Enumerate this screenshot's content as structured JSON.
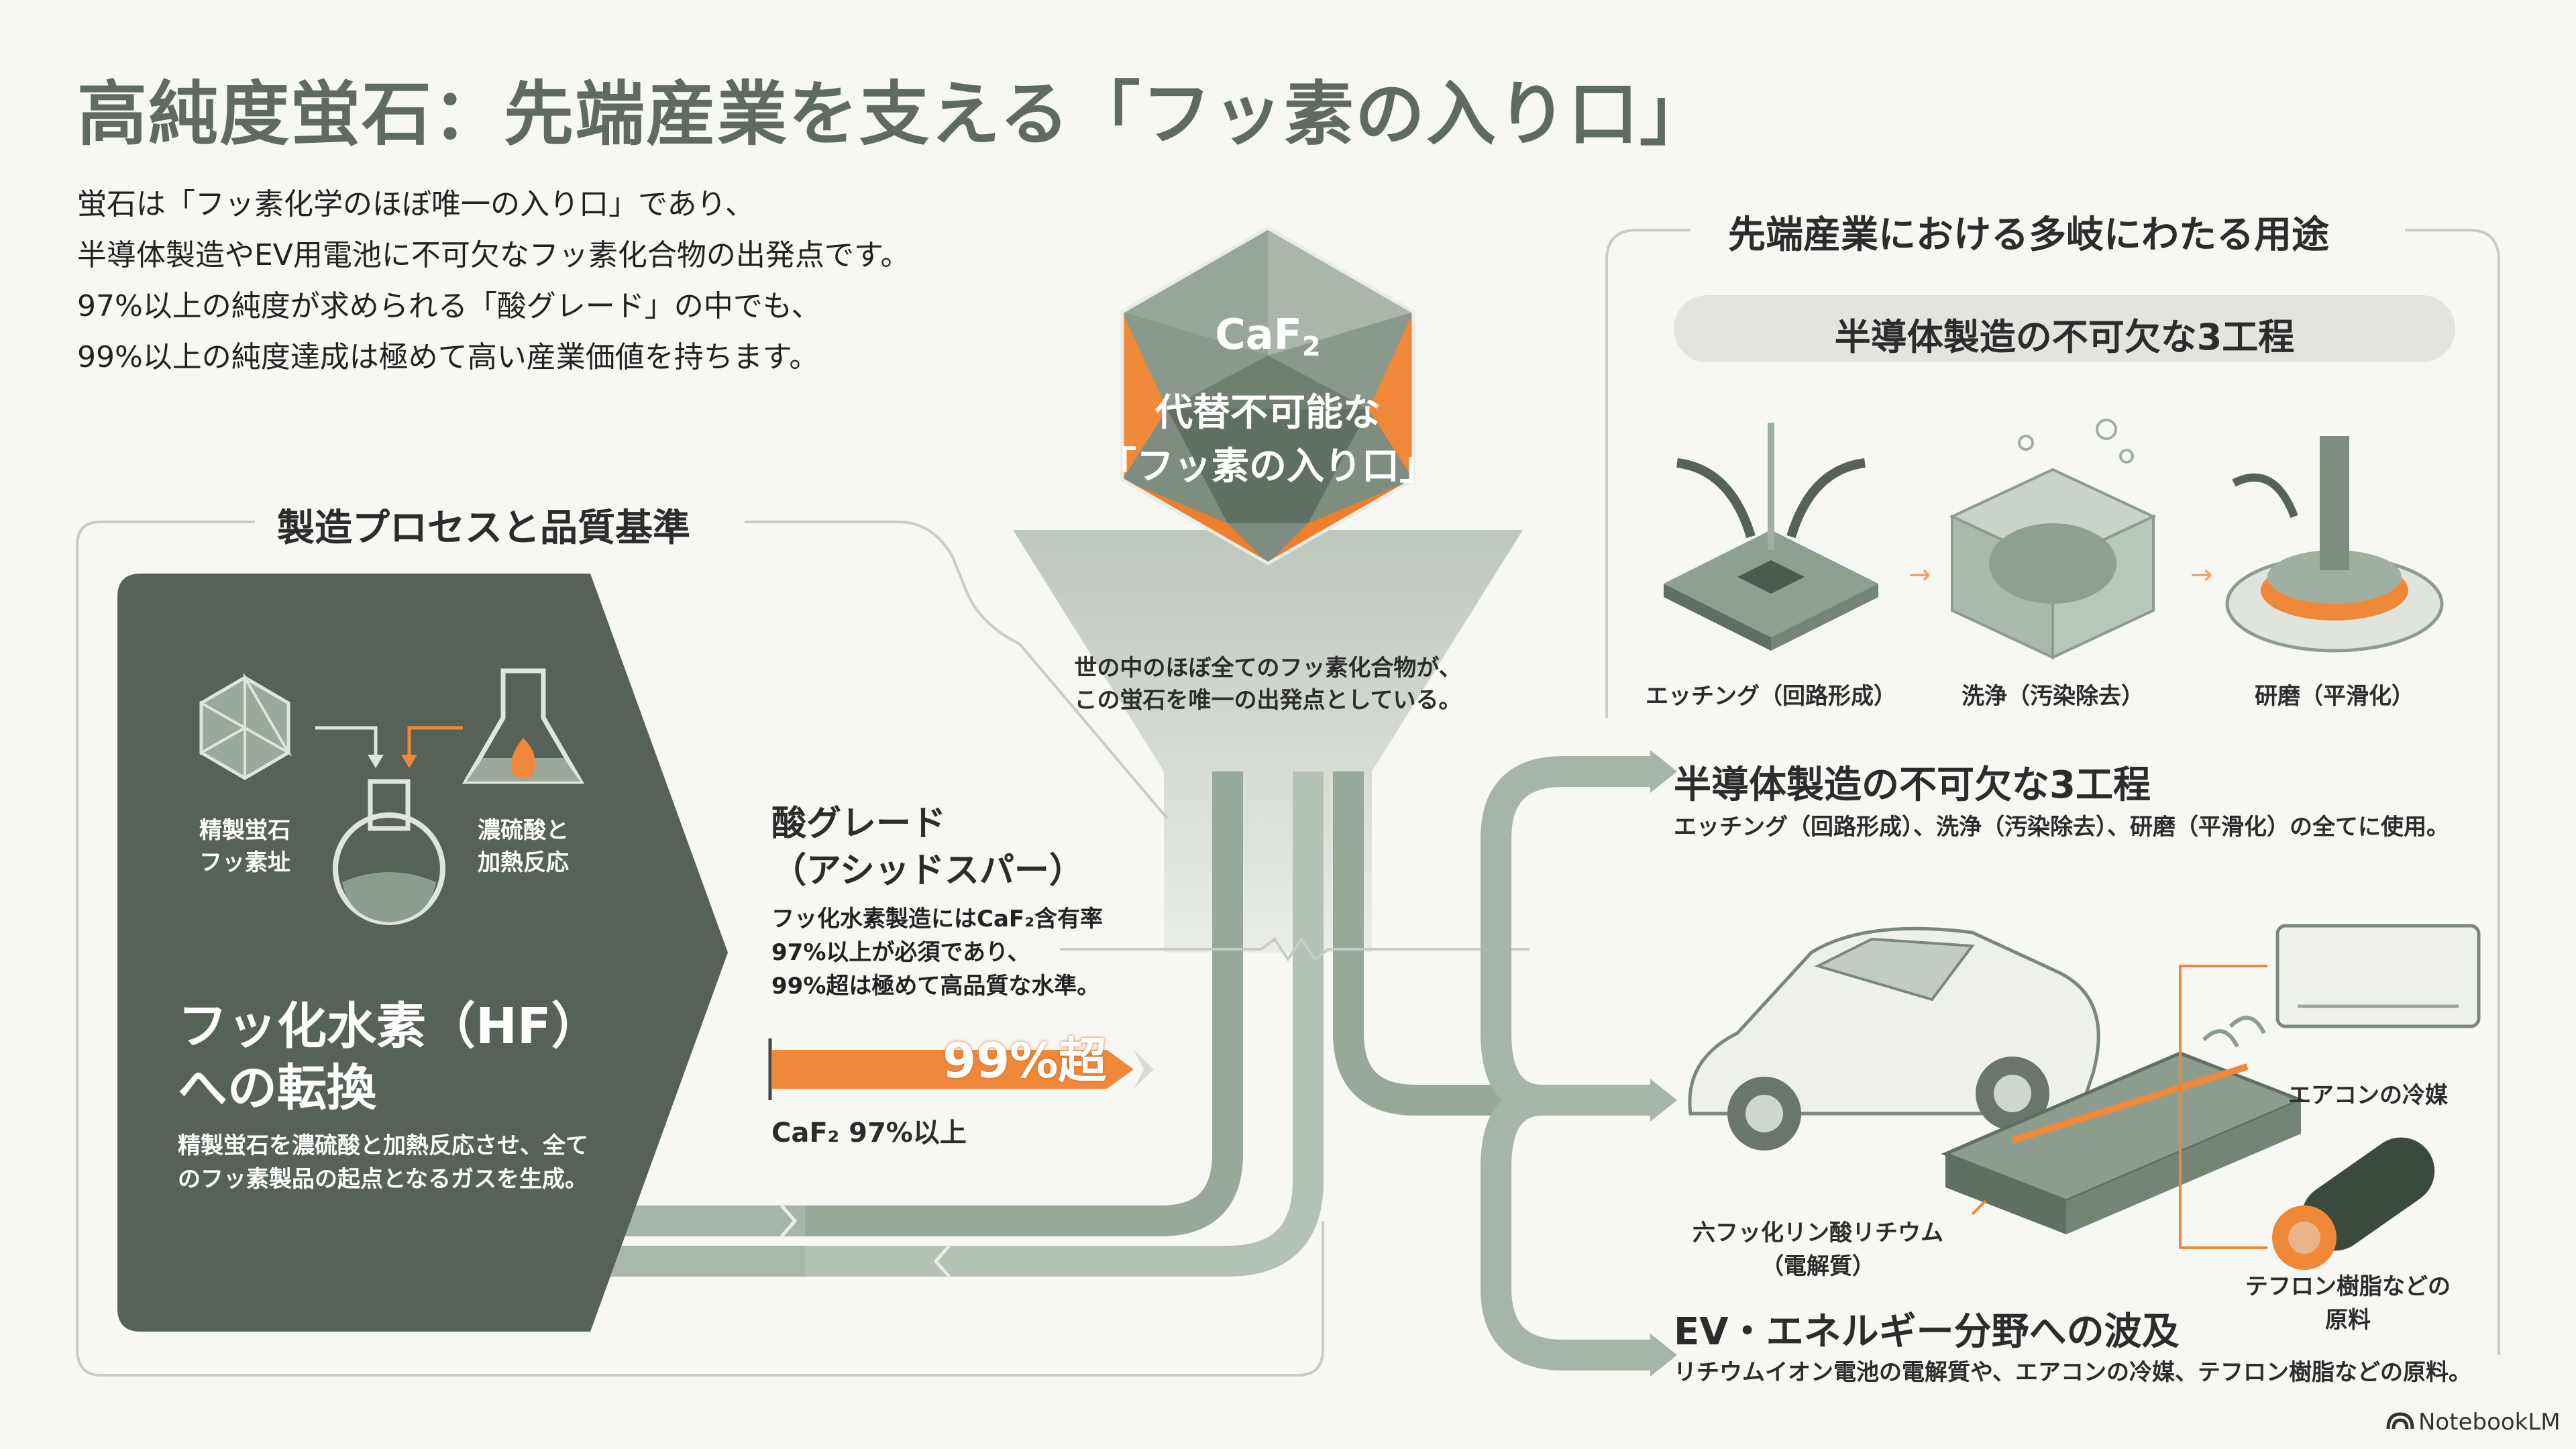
{
  "title": "高純度蛍石：先端産業を支える「フッ素の入り口」",
  "intro": [
    "蛍石は「フッ素化学のほぼ唯一の入り口」であり、",
    "半導体製造やEV用電池に不可欠なフッ素化合物の出発点です。",
    "97%以上の純度が求められる「酸グレード」の中でも、",
    "99%以上の純度達成は極めて高い産業価値を持ちます。"
  ],
  "crystal": {
    "formula": "CaF",
    "formula_sub": "2",
    "line1": "代替不可能な",
    "line2": "「フッ素の入り口」",
    "caption1": "世の中のほぼ全てのフッ素化合物が、",
    "caption2": "この蛍石を唯一の出発点としている。"
  },
  "process": {
    "heading": "製造プロセスと品質基準",
    "label_fluorite_1": "精製蛍石",
    "label_fluorite_2": "フッ素址",
    "label_acid_1": "濃硫酸と",
    "label_acid_2": "加熱反応",
    "hf_title_1": "フッ化水素（HF）",
    "hf_title_2": "への転換",
    "hf_desc_1": "精製蛍石を濃硫酸と加熱反応させ、全て",
    "hf_desc_2": "のフッ素製品の起点となるガスを生成。"
  },
  "acid_grade": {
    "title_1": "酸グレード",
    "title_2": "（アシッドスパー）",
    "desc_1": "フッ化水素製造にはCaF₂含有率",
    "desc_2": "97%以上が必須であり、",
    "desc_3": "99%超は極めて高品質な水準。",
    "bar_label": "99%超",
    "bar_value_percent": 99,
    "baseline_label": "CaF₂ 97%以上"
  },
  "applications": {
    "heading": "先端産業における多岐にわたる用途",
    "pill": "半導体製造の不可欠な3工程",
    "step1": "エッチング（回路形成）",
    "step2": "洗浄（汚染除去）",
    "step3": "研磨（平滑化）",
    "semi_title": "半導体製造の不可欠な3工程",
    "semi_desc": "エッチング（回路形成）、洗浄（汚染除去）、研磨（平滑化）の全てに使用。",
    "label_aircon": "エアコンの冷媒",
    "label_electrolyte_1": "六フッ化リン酸リチウム",
    "label_electrolyte_2": "（電解質）",
    "label_teflon_1": "テフロン樹脂などの",
    "label_teflon_2": "原料",
    "ev_title": "EV・エネルギー分野への波及",
    "ev_desc": "リチウムイオン電池の電解質や、エアコンの冷媒、テフロン樹脂などの原料。"
  },
  "brand": "NotebookLM",
  "colors": {
    "dark_green": "#566257",
    "sage": "#9fb0a0",
    "orange": "#f0883a",
    "light_gray": "#e4e6e1"
  }
}
